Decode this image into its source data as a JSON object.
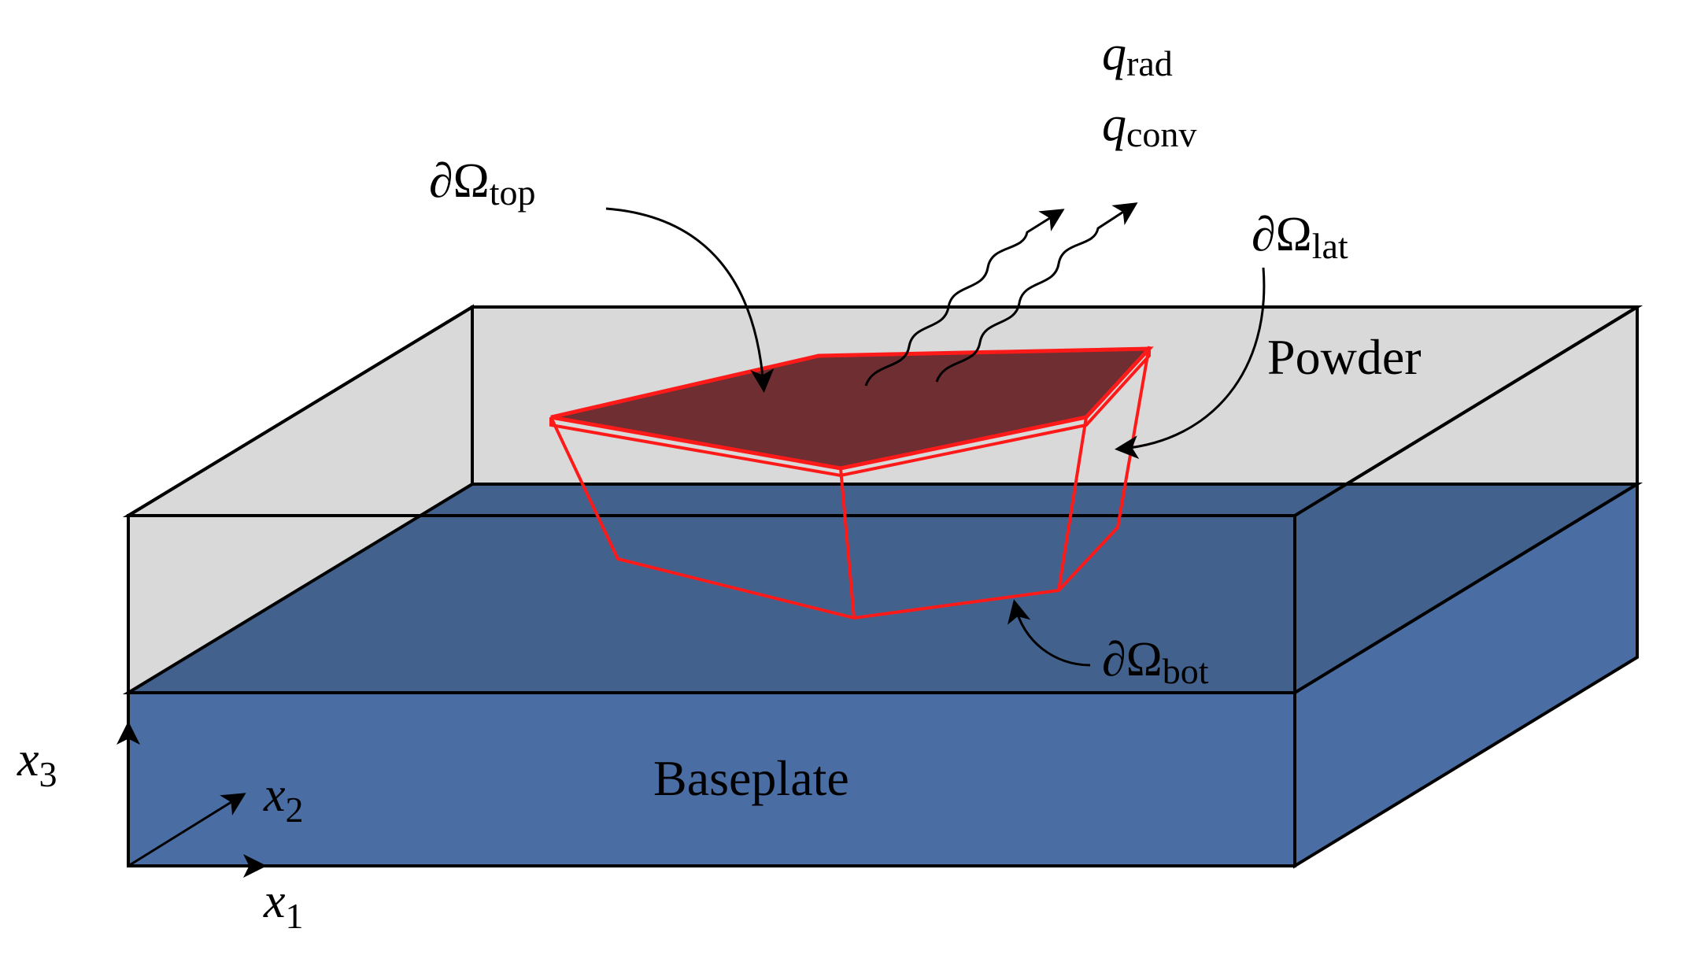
{
  "labels": {
    "powder": "Powder",
    "baseplate": "Baseplate",
    "q_rad_symbol": "q",
    "q_rad_sub": "rad",
    "q_conv_symbol": "q",
    "q_conv_sub": "conv",
    "boundary_symbol": "∂Ω",
    "top_sub": "top",
    "lat_sub": "lat",
    "bot_sub": "bot",
    "x_symbol": "x",
    "x1_sub": "1",
    "x2_sub": "2",
    "x3_sub": "3"
  },
  "colors": {
    "powder_face": "#d9d9d9",
    "baseplate_top": "#42618d",
    "baseplate_front": "#4a6ea3",
    "baseplate_side": "#4a6ea3",
    "part_top": "#6f2e31",
    "part_edge": "#ff1a1a",
    "outline": "#000000"
  },
  "icons": {
    "arrow": "arrow-icon",
    "wavy_arrow": "wavy-arrow-icon"
  }
}
